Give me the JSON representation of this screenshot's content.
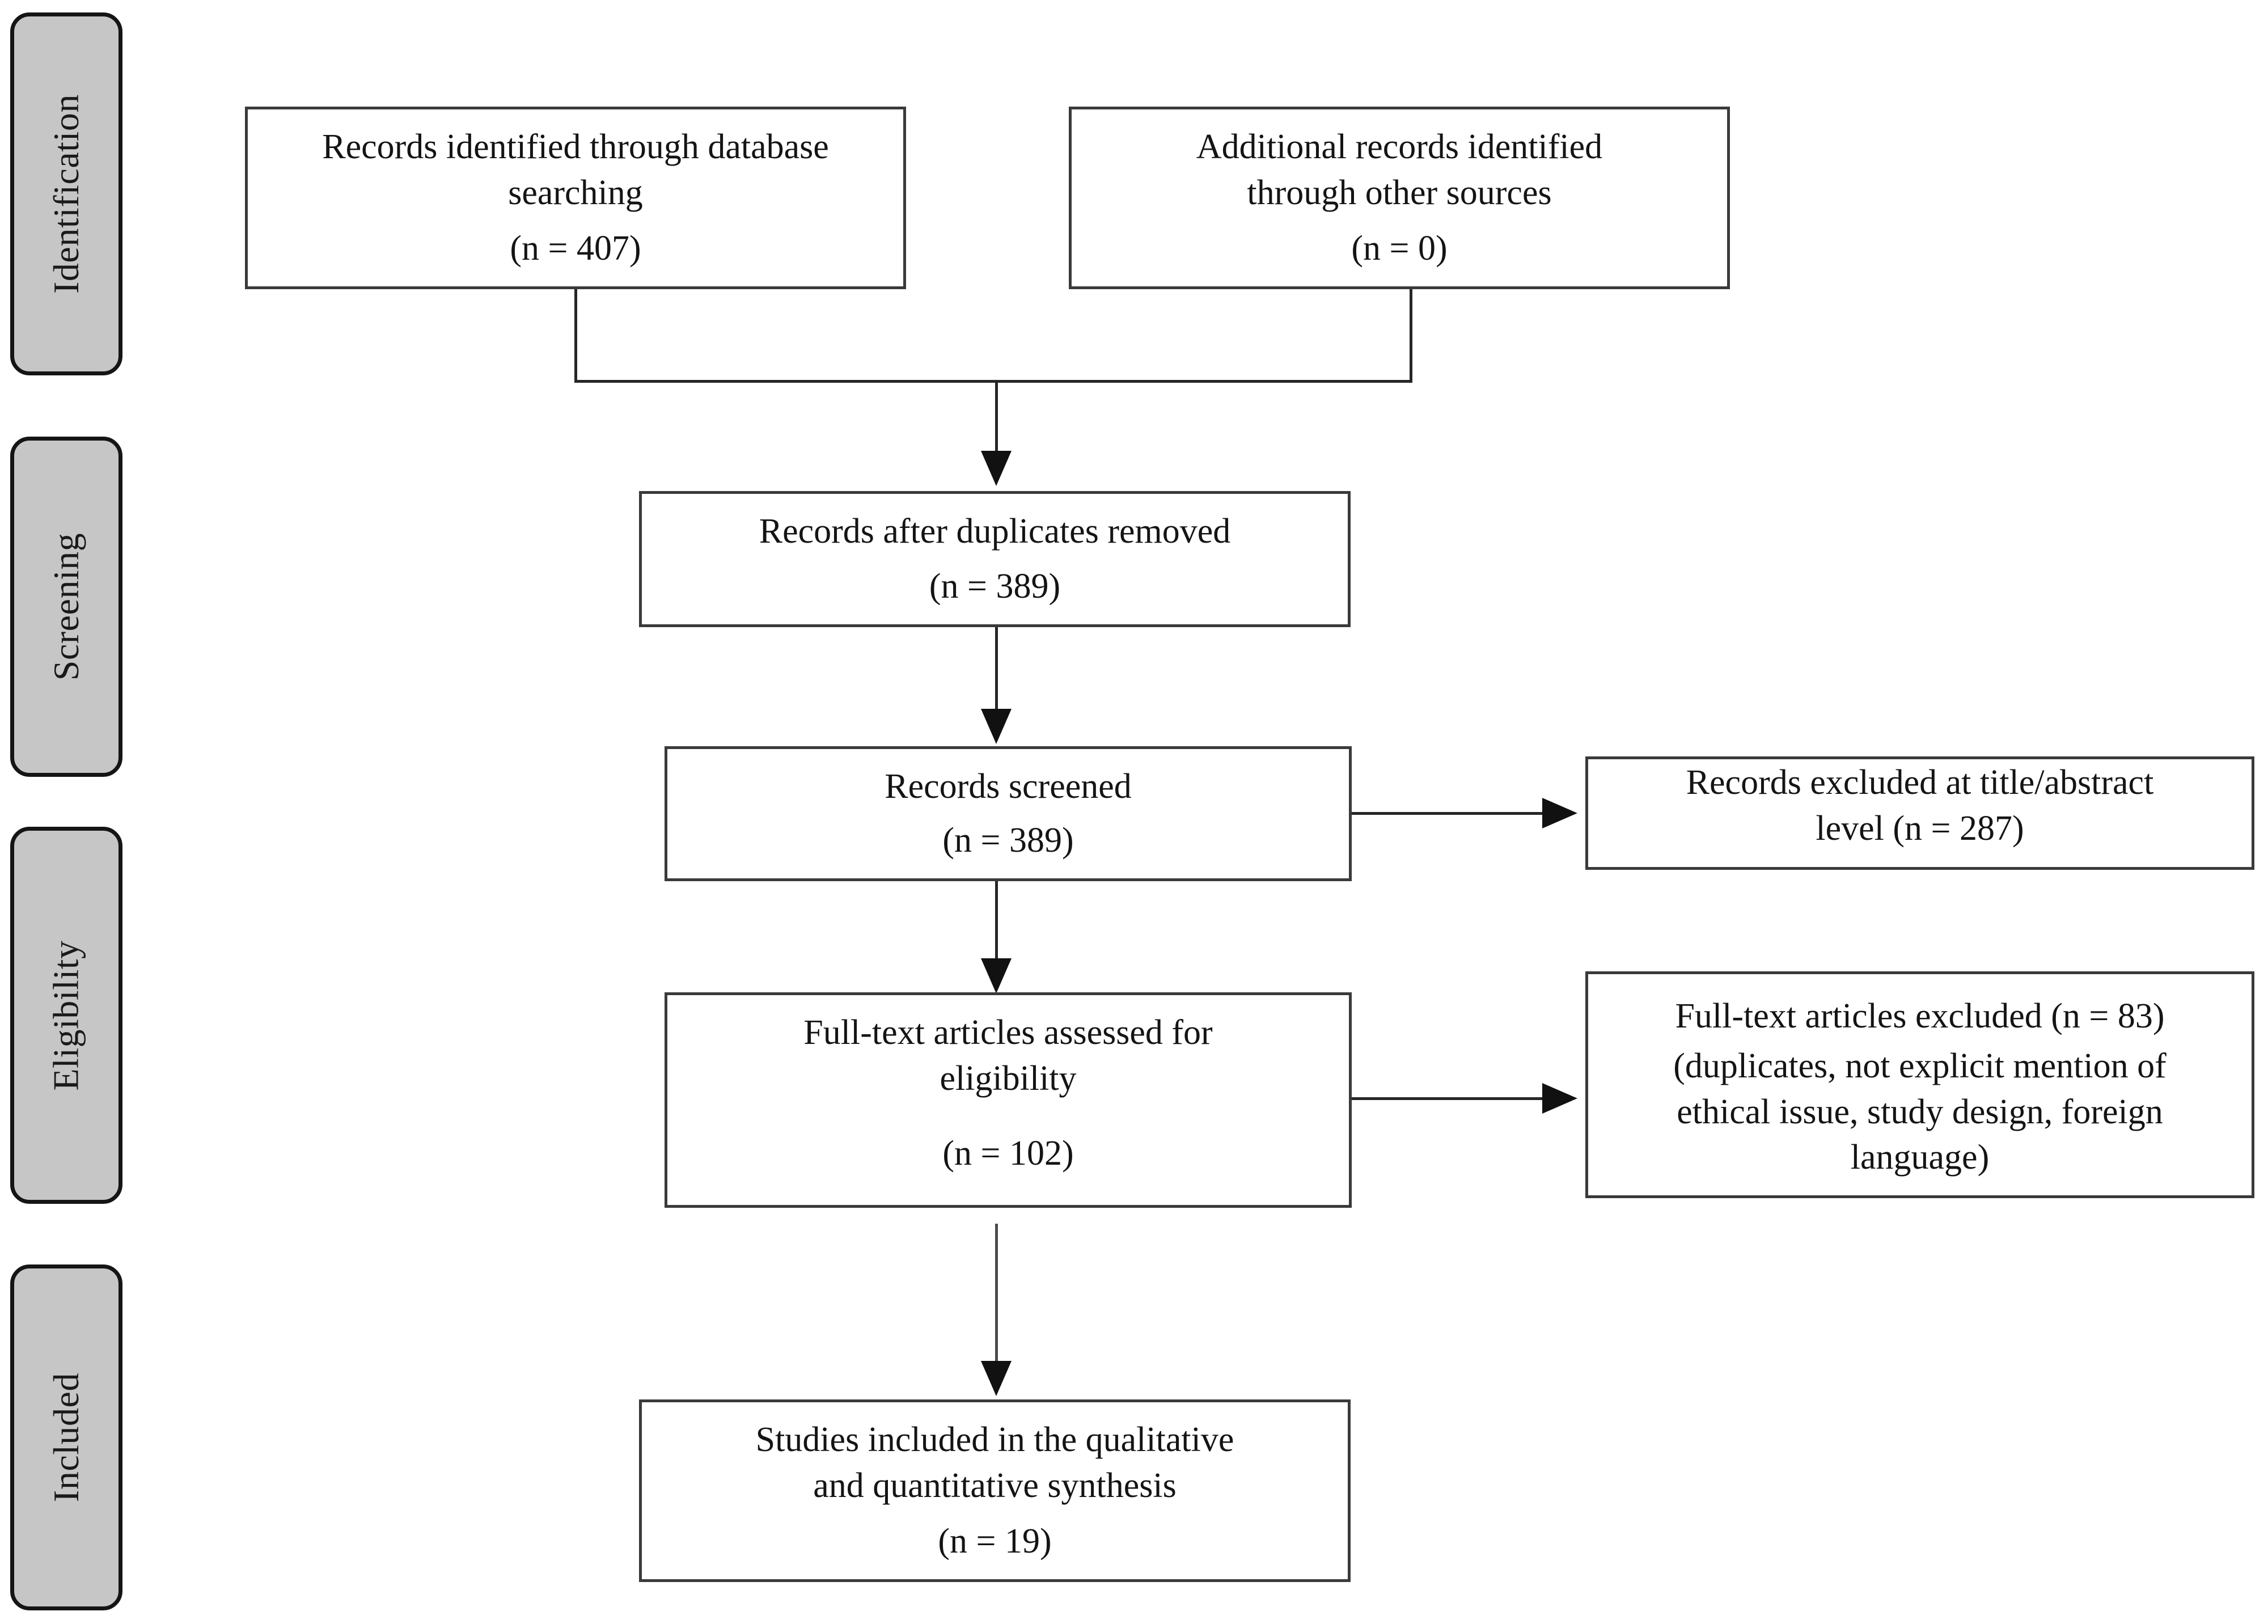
{
  "diagram": {
    "type": "PRISMA flow diagram",
    "stages": [
      {
        "id": "identification",
        "label": "Identification"
      },
      {
        "id": "screening",
        "label": "Screening"
      },
      {
        "id": "eligibility",
        "label": "Eligibility"
      },
      {
        "id": "included",
        "label": "Included"
      }
    ],
    "boxes": {
      "database_search": {
        "line1": "Records identified through database",
        "line2": "searching",
        "count": "(n = 407)"
      },
      "other_sources": {
        "line1": "Additional records identified",
        "line2": "through other sources",
        "count": "(n = 0)"
      },
      "duplicates_removed": {
        "line1": "Records after duplicates removed",
        "count": "(n = 389)"
      },
      "records_screened": {
        "line1": "Records screened",
        "count": "(n = 389)"
      },
      "records_excluded": {
        "line1": "Records excluded at title/abstract",
        "line2": "level (n = 287)"
      },
      "fulltext_assessed": {
        "line1": "Full-text articles assessed for",
        "line2": "eligibility",
        "count": "(n = 102)"
      },
      "fulltext_excluded": {
        "line1": "Full-text articles excluded (n = 83)",
        "line2": "(duplicates, not explicit mention of",
        "line3": "ethical issue, study design, foreign",
        "line4": "language)"
      },
      "studies_included": {
        "line1": "Studies included in the qualitative",
        "line2": "and quantitative synthesis",
        "count": "(n = 19)"
      }
    },
    "colors": {
      "stage_fill": "#c6c6c6",
      "stage_border": "#151515",
      "box_border": "#3a3a3a",
      "connector": "#262626",
      "text": "#141414",
      "background": "#ffffff"
    }
  }
}
